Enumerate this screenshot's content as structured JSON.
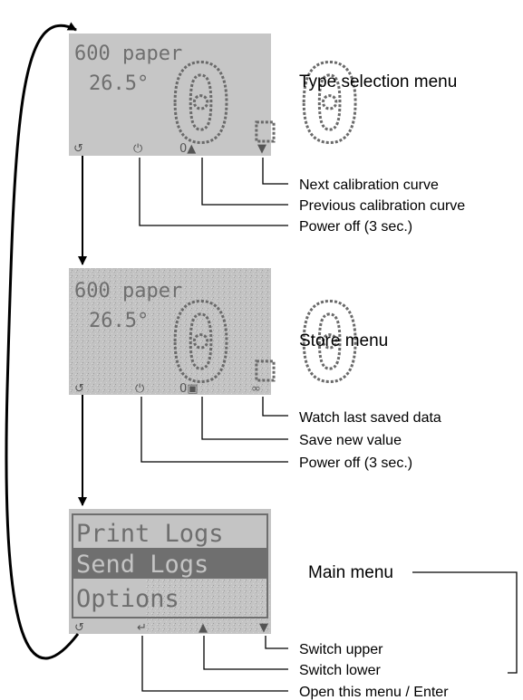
{
  "screens": [
    {
      "title": "Type selection menu",
      "display": {
        "line1": "600 paper",
        "line2": "26.5°",
        "big_value": "0.0",
        "icons": [
          "↺",
          "⏻",
          "0▲",
          "▼"
        ]
      },
      "callouts": [
        "Next calibration curve",
        "Previous calibration curve",
        "Power off (3 sec.)"
      ]
    },
    {
      "title": "Store menu",
      "display": {
        "line1": "600 paper",
        "line2": "26.5°",
        "big_value": "0.0",
        "icons": [
          "↺",
          "⏻",
          "0▣",
          "∞"
        ]
      },
      "callouts": [
        "Watch last saved data",
        "Save new value",
        "Power off (3 sec.)"
      ]
    },
    {
      "title": "Main menu",
      "display": {
        "menu_items": [
          "Print Logs",
          "Send Logs",
          "Options"
        ],
        "icons": [
          "↺",
          "↵",
          "▲",
          "▼"
        ]
      },
      "callouts": [
        "Switch upper",
        "Switch lower",
        "Open this menu / Enter"
      ]
    }
  ],
  "colors": {
    "lcd_background": "#c4c4c4",
    "lcd_text": "#6f6f6f",
    "highlight_bar": "#6f6f6f"
  }
}
